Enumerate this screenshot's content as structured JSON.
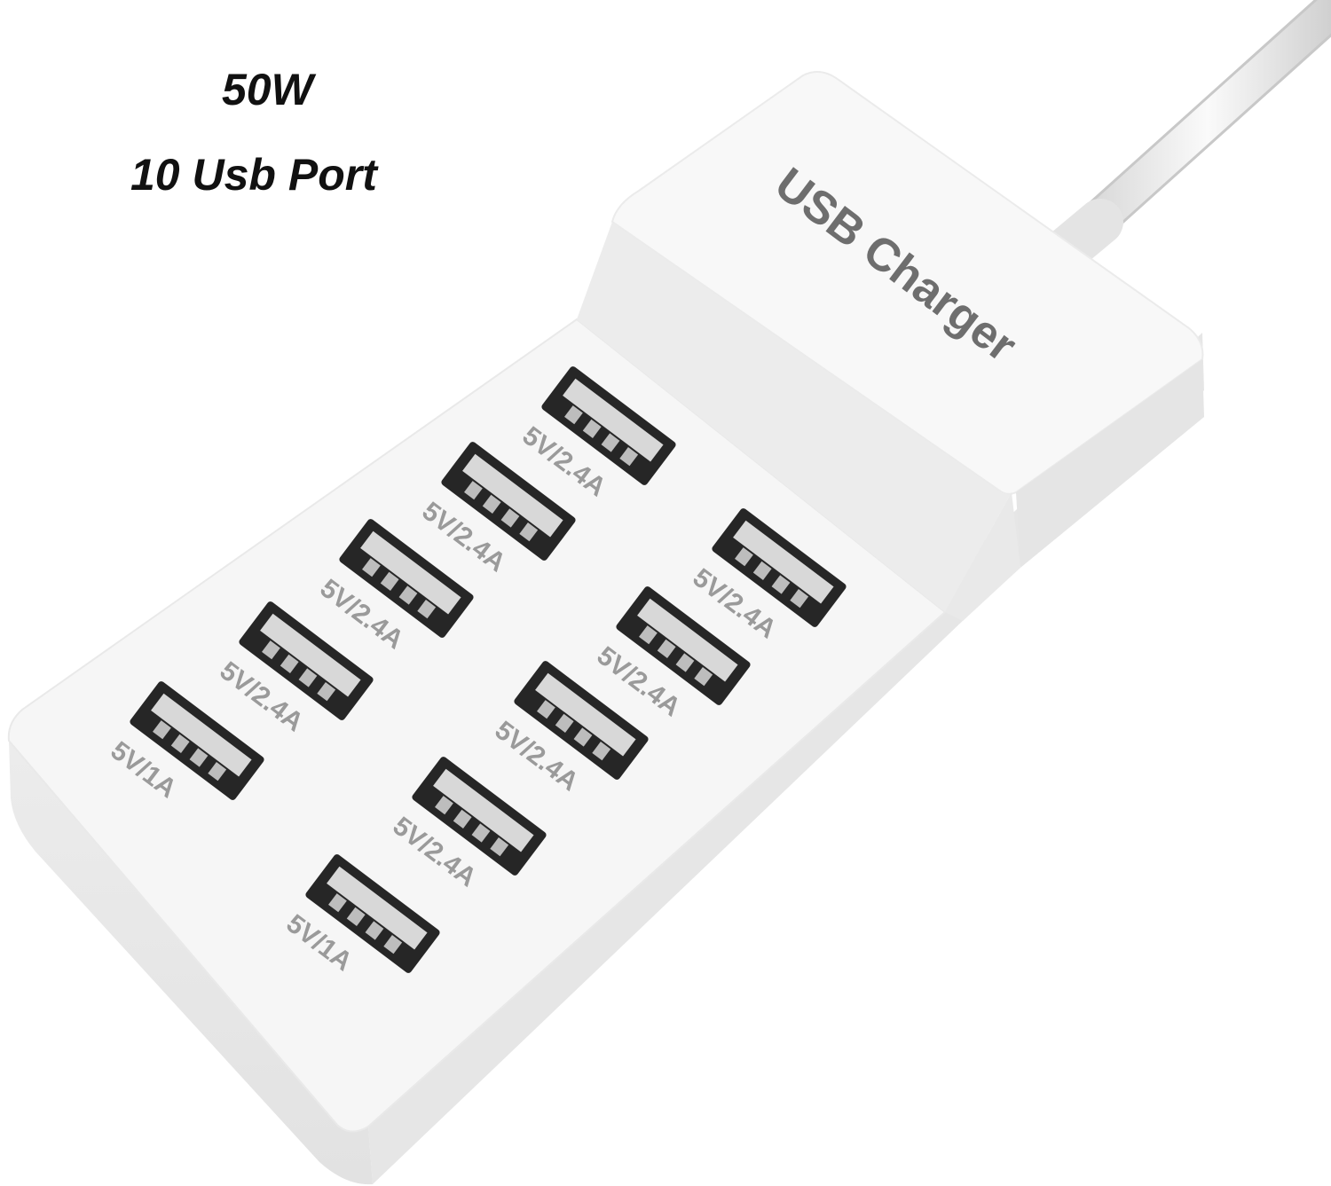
{
  "headline": {
    "power": "50W",
    "ports": "10 Usb Port"
  },
  "product": {
    "body_label": "USB Charger",
    "color": "#f4f4f4",
    "port_count": 10,
    "ports": [
      {
        "label": "5V/1A"
      },
      {
        "label": "5V/2.4A"
      },
      {
        "label": "5V/2.4A"
      },
      {
        "label": "5V/2.4A"
      },
      {
        "label": "5V/2.4A"
      },
      {
        "label": "5V/1A"
      },
      {
        "label": "5V/2.4A"
      },
      {
        "label": "5V/2.4A"
      },
      {
        "label": "5V/2.4A"
      },
      {
        "label": "5V/2.4A"
      }
    ]
  }
}
